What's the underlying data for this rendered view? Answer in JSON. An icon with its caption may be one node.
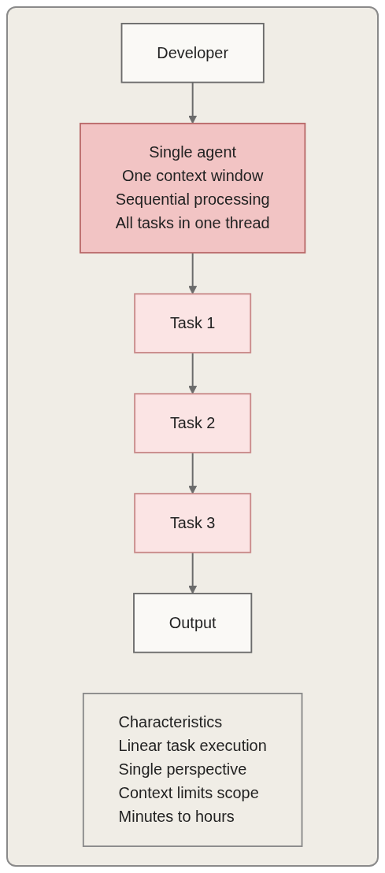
{
  "diagram": {
    "nodes": [
      {
        "text": [
          "Developer"
        ]
      },
      {
        "text": [
          "Single agent",
          "One context window",
          "Sequential processing",
          "All tasks in one thread"
        ]
      },
      {
        "text": [
          "Task 1"
        ]
      },
      {
        "text": [
          "Task 2"
        ]
      },
      {
        "text": [
          "Task 3"
        ]
      },
      {
        "text": [
          "Output"
        ]
      },
      {
        "text": [
          "Characteristics",
          "Linear task execution",
          "Single perspective",
          "Context limits scope",
          "Minutes to hours"
        ]
      }
    ],
    "edges": [
      {
        "from": 0,
        "to": 1,
        "arrow": "to"
      },
      {
        "from": 1,
        "to": 2,
        "arrow": "to"
      },
      {
        "from": 2,
        "to": 3,
        "arrow": "to"
      },
      {
        "from": 3,
        "to": 4,
        "arrow": "to"
      },
      {
        "from": 4,
        "to": 5,
        "arrow": "to"
      }
    ]
  }
}
